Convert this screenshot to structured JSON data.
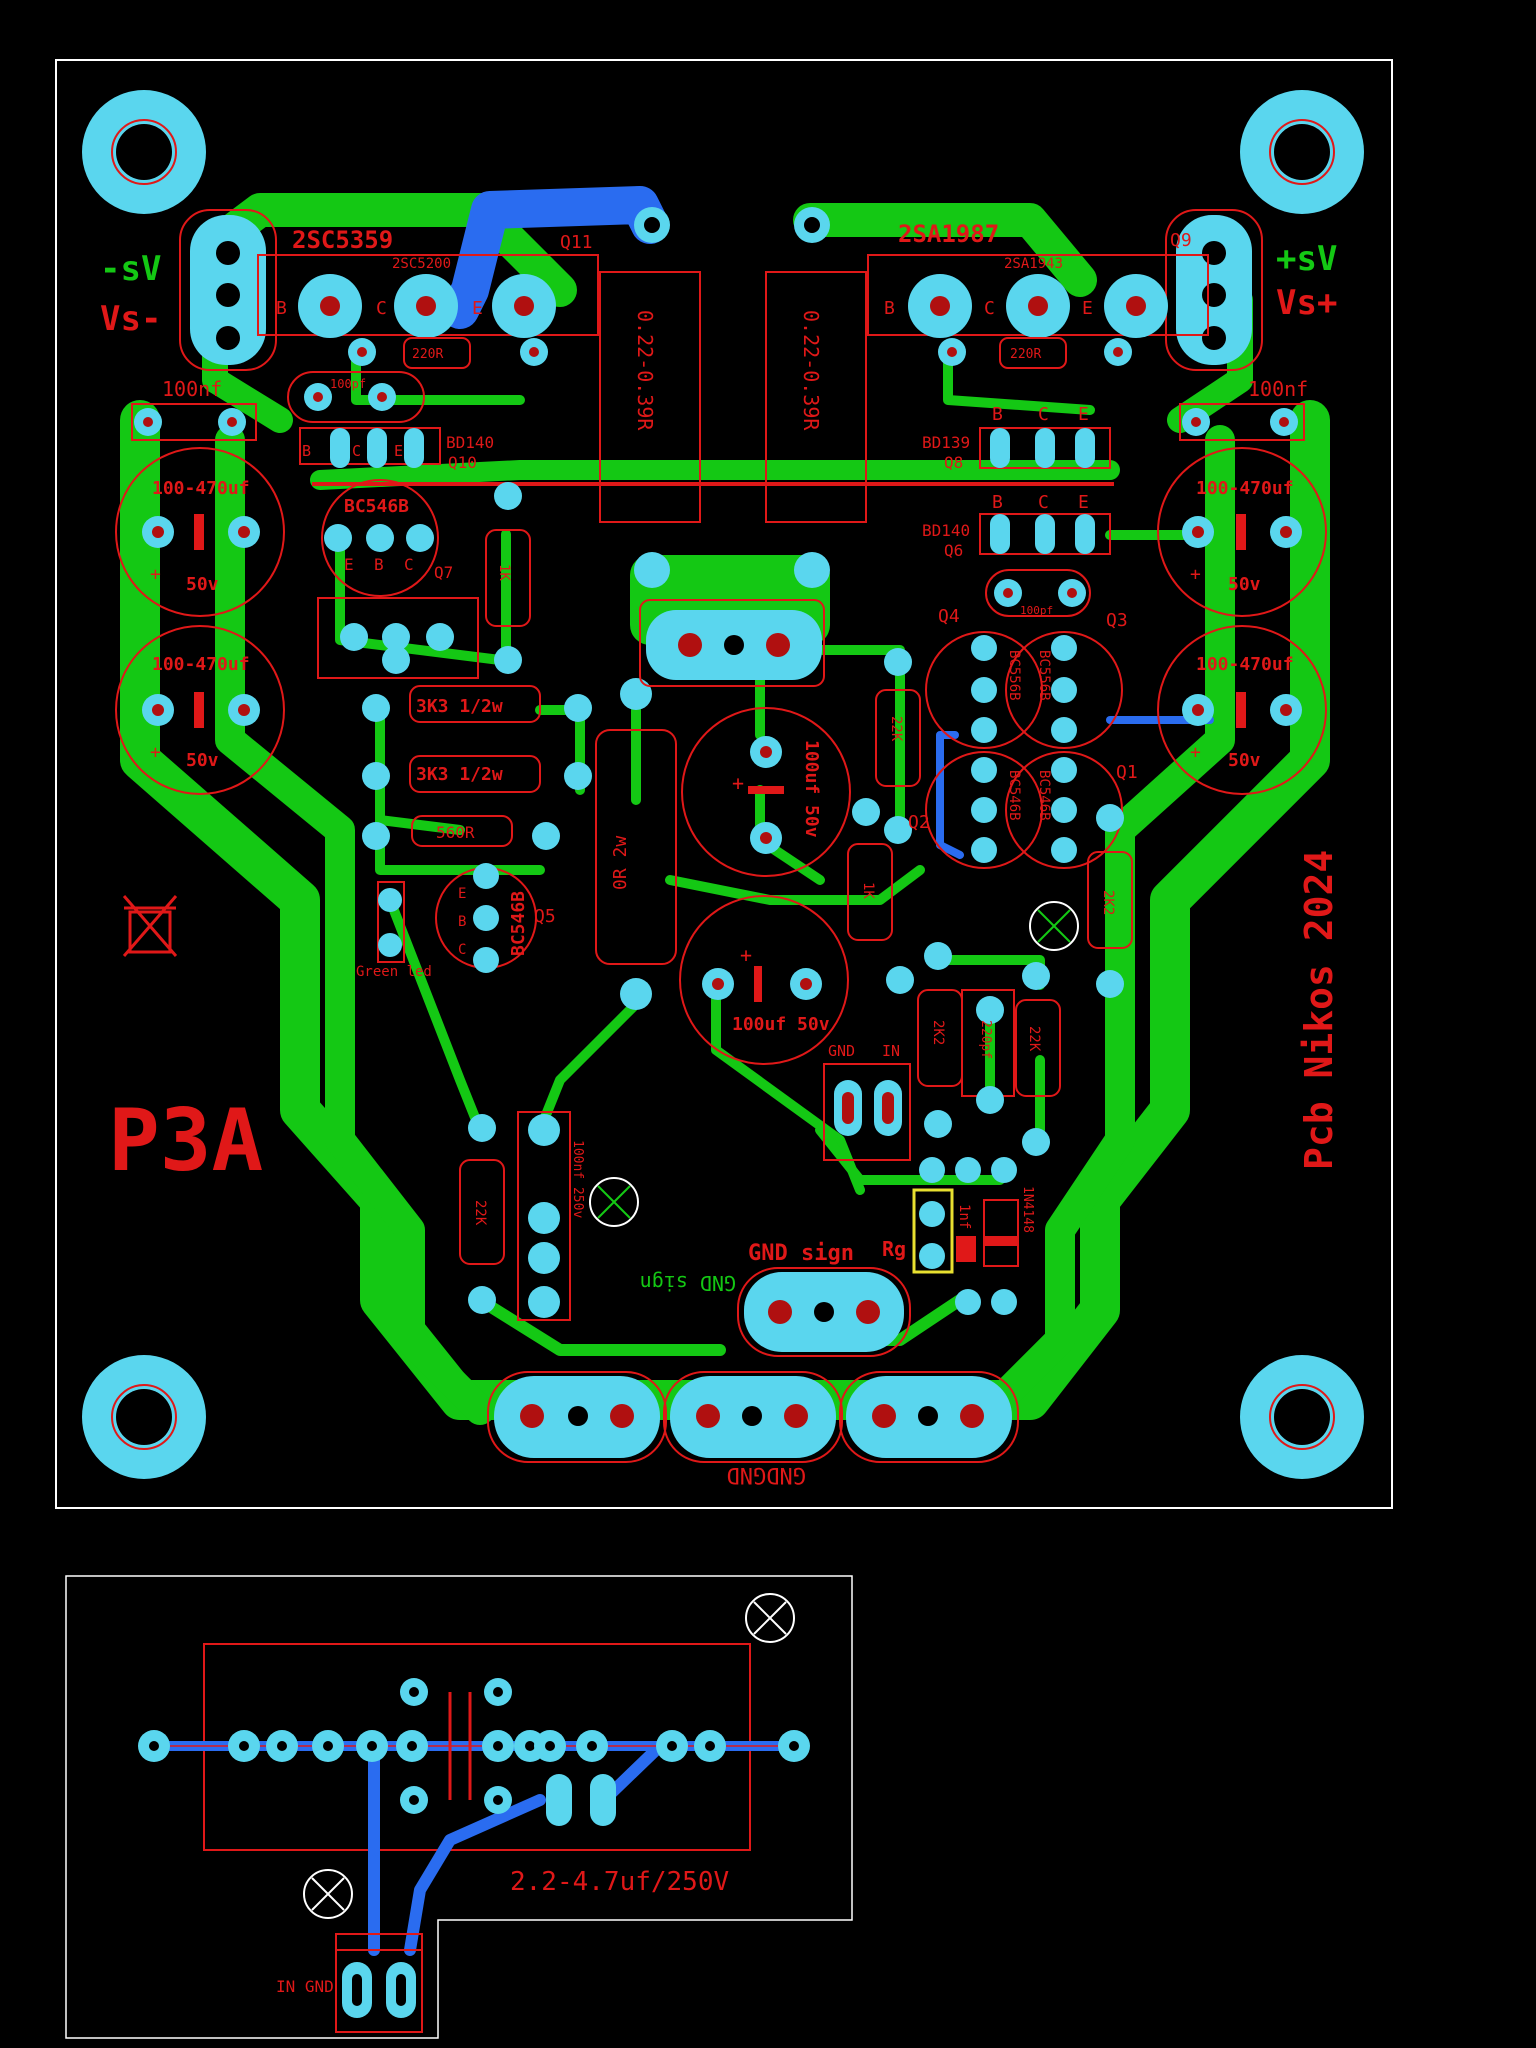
{
  "board": {
    "title": "P3A",
    "credit": "Pcb Nikos 2024",
    "rail_neg": "Vs-",
    "rail_neg_mirror": "-sV",
    "rail_pos": "Vs+",
    "rail_pos_mirror": "+sV"
  },
  "transistors": {
    "q11_part": "2SC5359",
    "q11_alt": "2SC5200",
    "q11_ref": "Q11",
    "q9_part": "2SA1987",
    "q9_alt": "2SA1943",
    "q9_ref": "Q9",
    "q10_part": "BD140",
    "q10_ref": "Q10",
    "q8_part": "BD139",
    "q8_ref": "Q8",
    "q6_part": "BD140",
    "q6_ref": "Q6",
    "q7_part": "BC546B",
    "q7_ref": "Q7",
    "q5_part": "BC546B",
    "q5_ref": "Q5",
    "q4_ref": "Q4",
    "q3_ref": "Q3",
    "q2_ref": "Q2",
    "q1_ref": "Q1",
    "q4_part": "BC556B",
    "q3_part": "BC556B",
    "q2_part": "BC546B",
    "q1_part": "BC546B",
    "pin_b": "B",
    "pin_c": "C",
    "pin_e": "E"
  },
  "components": {
    "emitter_res": "0.22-0.39R",
    "r_220": "220R",
    "c_100pf": "100pf",
    "c_100nf": "100nf",
    "cap_bulk": "100-470uf",
    "cap_volt": "50v",
    "plus": "+",
    "r_1k": "1K",
    "r_3k3": "3K3 1/2w",
    "r_560": "560R",
    "r_0r": "0R 2w",
    "r_22k": "22K",
    "r_2k2": "2K2",
    "c_100uf": "100uf 50v",
    "c_220pf": "220pf",
    "c_100nf_250": "100nf 250v",
    "green_led": "Green led",
    "diode": "1N4148",
    "rg": "Rg",
    "c_1nf": "1nf"
  },
  "connectors": {
    "gnd": "GND",
    "in": "IN",
    "gnd_sign": "GND sign",
    "gnd_sign_mirror": "GND sign",
    "gnd_bottom": "GNDGND"
  },
  "secondary": {
    "cap_label": "2.2-4.7uf/250V",
    "in_gnd": "IN GND"
  },
  "colors": {
    "background": "#000000",
    "copper_top": "#14c814",
    "copper_bottom": "#2a6cf0",
    "pads": "#5ad6ee",
    "silkscreen": "#e01818",
    "outline": "#ffffff"
  }
}
